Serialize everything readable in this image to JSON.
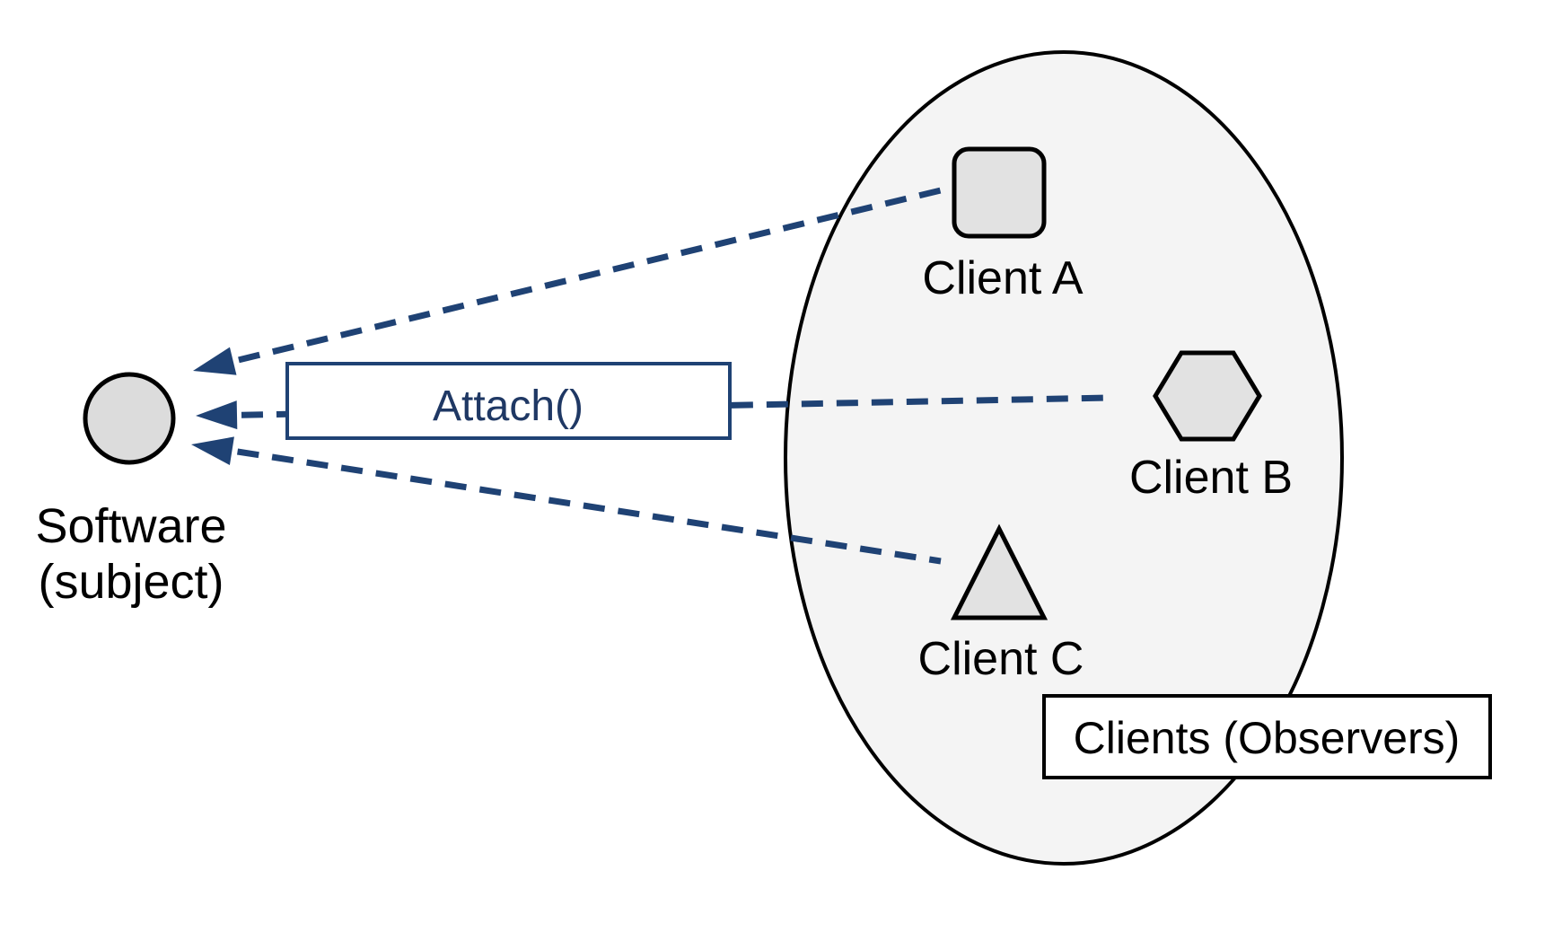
{
  "diagram": {
    "kind": "observer-pattern",
    "subject": {
      "shape": "circle",
      "label_line1": "Software",
      "label_line2": "(subject)"
    },
    "attach_call": {
      "label": "Attach()"
    },
    "observers_group": {
      "label": "Clients (Observers)",
      "clients": [
        {
          "label": "Client A",
          "shape": "rounded-square"
        },
        {
          "label": "Client B",
          "shape": "hexagon"
        },
        {
          "label": "Client C",
          "shape": "triangle"
        }
      ]
    },
    "arrows": [
      {
        "from": "Client A",
        "to": "Software (subject)",
        "style": "dashed"
      },
      {
        "from": "Client B",
        "to": "Software (subject)",
        "style": "dashed",
        "via": "Attach()"
      },
      {
        "from": "Client C",
        "to": "Software (subject)",
        "style": "dashed"
      }
    ]
  },
  "colors": {
    "accent_line": "#1f4274",
    "accent_text": "#1f3864",
    "ellipse_fill": "#f4f4f4",
    "shape_fill": "#e2e2e2",
    "subject_fill": "#dcdcdc",
    "stroke": "#000000",
    "box_fill": "#ffffff",
    "canvas": "#ffffff",
    "label_text": "#000000"
  }
}
